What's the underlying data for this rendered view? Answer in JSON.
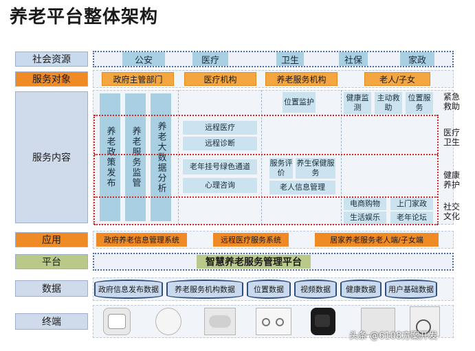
{
  "title": "养老平台整体架构",
  "labels": {
    "resources": "社会资源",
    "targets": "服务对象",
    "content": "服务内容",
    "application": "应用",
    "platform": "平台",
    "data": "数据",
    "terminal": "终端"
  },
  "resources": [
    "公安",
    "医疗",
    "卫生",
    "社保",
    "家政"
  ],
  "targets": [
    "政府主管部门",
    "医疗机构",
    "养老服务机构",
    "老人/子女"
  ],
  "gov_columns": [
    "养老政策发布",
    "养老服务监管",
    "养老大数据分析"
  ],
  "medical": [
    "远程医疗",
    "远程诊断"
  ],
  "medical2": [
    "老年挂号绿色通道",
    "心理咨询"
  ],
  "institution": {
    "location": "位置监护",
    "eval": "服务评价",
    "products": "养生保健服务",
    "info": "老人信息管理"
  },
  "elderly": {
    "health": "健康监测",
    "rescue": "主动救助",
    "position": "位置服务",
    "shopping": "电商购物",
    "housekeeping": "上门家政",
    "entertainment": "生活娱乐",
    "forum": "老年论坛"
  },
  "side_labels": [
    "紧急救助",
    "医疗卫生",
    "健康养护",
    "社交文化"
  ],
  "applications": [
    "政府养老信息管理系统",
    "远程医疗服务系统",
    "居家养老服务老人端/子女端"
  ],
  "platform_name": "智慧养老服务管理平台",
  "data_items": [
    "政府信息发布数据",
    "养老服务机构数据",
    "位置数据",
    "视频数据",
    "健康数据",
    "用户基础数据"
  ],
  "terminals": [
    "device-1",
    "device-2",
    "device-3",
    "device-4",
    "device-5",
    "device-6",
    "device-7"
  ],
  "watermark": "头条 @6108方案开发"
}
